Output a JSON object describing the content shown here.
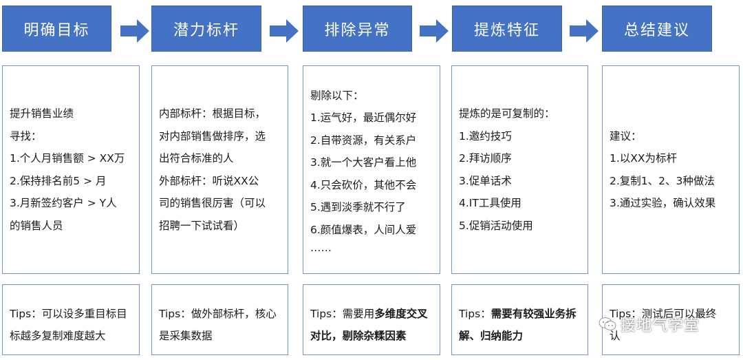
{
  "headers": [
    "明确目标",
    "潜力标杆",
    "排除异常",
    "提炼特征",
    "总结建议"
  ],
  "boxes": [
    [
      "提升销售业绩",
      "寻找：",
      "1.个人月销售额 > XX万",
      "2.保持排名前5  > 月",
      "3.月新签约客户 > Y人",
      "的销售人员"
    ],
    [
      "内部标杆：根据目标，",
      "对内部销售做排序，选",
      "出符合标准的人",
      "外部标杆：听说XX公",
      "司的销售很厉害（可以",
      "招聘一下试试看）"
    ],
    [
      "剔除以下：",
      "1.运气好，最近偶尔好",
      "2.自带资源，有关系户",
      "3.就一个大客户看上他",
      "4.只会砍价，其他不会",
      "5.遇到淡季就不行了",
      "6.颜值爆表，人间人爱",
      "……"
    ],
    [
      "提炼的是可复制的：",
      "1.邀约技巧",
      "2.拜访顺序",
      "3.促单话术",
      "4.IT工具使用",
      "5.促销活动使用"
    ],
    [
      "建议：",
      "1.以XX为标杆",
      "2.复制1、2、3种做法",
      "3.通过实验，确认效果"
    ]
  ],
  "tips": [
    {
      "prefix": "Tips：可以设多重目标目标越多复制难度越大",
      "bold": ""
    },
    {
      "prefix": "Tips：做外部标杆，核心是采集数据",
      "bold": ""
    },
    {
      "prefix": "Tips：需要用",
      "bold": "多维度交叉对比，剔除杂糅因素"
    },
    {
      "prefix": "Tips：",
      "bold": "需要有较强业务拆解、归纳能力"
    },
    {
      "prefix": "Tips：测试后可以最终",
      "bold": ""
    }
  ],
  "tip5_tail": "认",
  "watermark": "接地气学堂",
  "colors": {
    "header_bg": "#4472c4",
    "arrow": "#4472c4",
    "border": "#7a93c8"
  }
}
